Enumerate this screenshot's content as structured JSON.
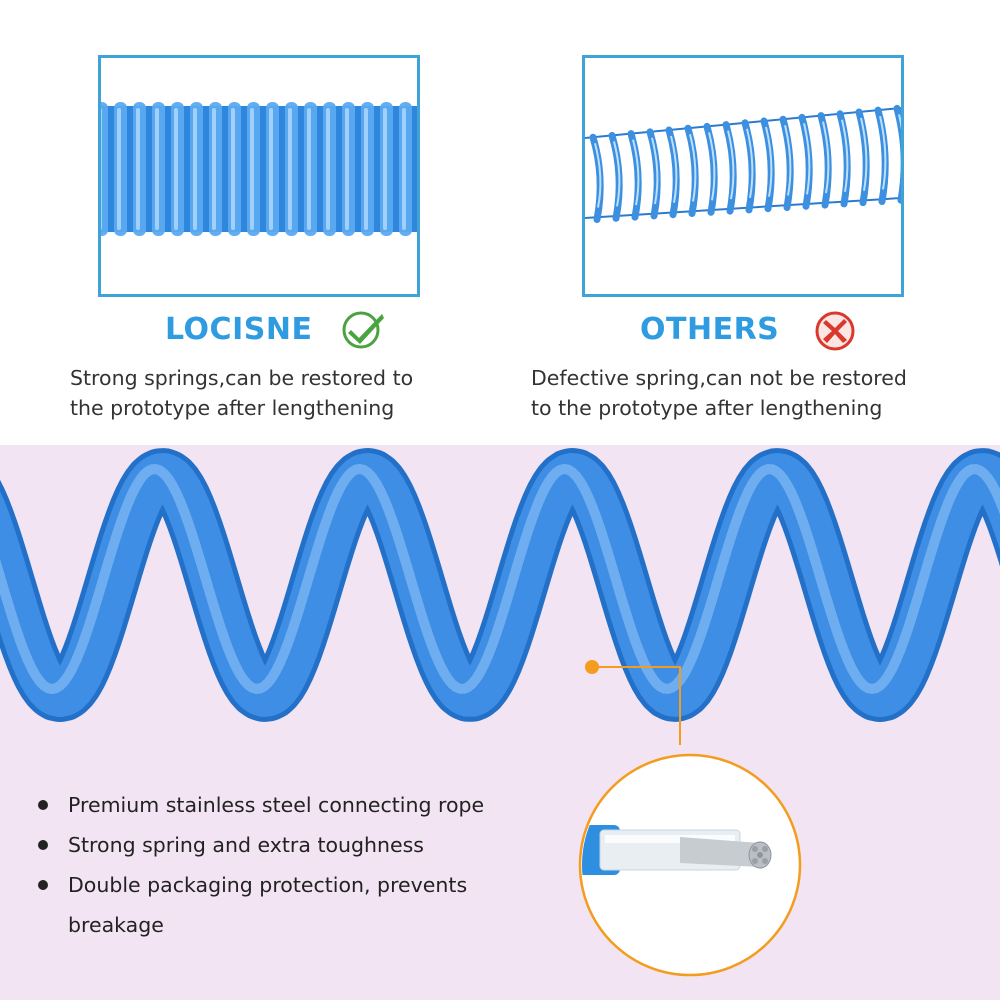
{
  "comparison": {
    "left": {
      "title": "LOCISNE",
      "badge_icon": "check-icon",
      "description_lines": [
        "Strong springs,can be restored to",
        "the prototype after lengthening"
      ]
    },
    "right": {
      "title": "OTHERS",
      "badge_icon": "cross-icon",
      "description_lines": [
        "Defective spring,can not be restored",
        "to the prototype after lengthening"
      ]
    }
  },
  "features": [
    "Premium stainless steel connecting rope",
    "Strong spring and extra toughness",
    "Double packaging protection, prevents",
    "breakage"
  ],
  "colors": {
    "accent_blue": "#2f9be0",
    "frame_border": "#3fa3d8",
    "spring_blue": "#3e8ee6",
    "check_green": "#4aa33f",
    "cross_red": "#d9382c",
    "callout_orange": "#f39c1e",
    "bottom_background": "#f3e4f3"
  }
}
